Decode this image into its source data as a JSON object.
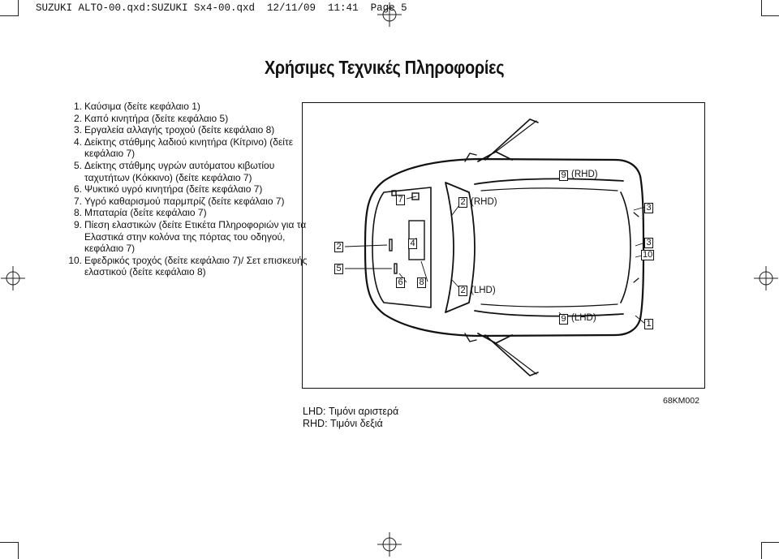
{
  "slug_line": "SUZUKI ALTO-00.qxd:SUZUKI Sx4-00.qxd  12/11/09  11:41  Page 5",
  "page_title": "Χρήσιμες Τεχνικές Πληροφορίες",
  "items": [
    {
      "num": "1.",
      "text": "Καύσιμα (δείτε κεφάλαιο 1)"
    },
    {
      "num": "2.",
      "text": "Καπό κινητήρα (δείτε κεφάλαιο 5)"
    },
    {
      "num": "3.",
      "text": "Εργαλεία αλλαγής τροχού (δείτε κεφάλαιο 8)"
    },
    {
      "num": "4.",
      "text": "Δείκτης στάθμης λαδιού κινητήρα (Κίτρινο) (δείτε κεφάλαιο 7)"
    },
    {
      "num": "5.",
      "text": "Δείκτης στάθμης υγρών αυτόματου κιβωτίου ταχυτήτων (Κόκκινο) (δείτε κεφάλαιο 7)"
    },
    {
      "num": "6.",
      "text": "Ψυκτικό υγρό κινητήρα (δείτε κεφάλαιο 7)"
    },
    {
      "num": "7.",
      "text": "Υγρό καθαρισμού παρμπρίζ (δείτε κεφάλαιο 7)"
    },
    {
      "num": "8.",
      "text": "Μπαταρία (δείτε κεφάλαιο 7)"
    },
    {
      "num": "9.",
      "text": "Πίεση ελαστικών (δείτε Ετικέτα Πληροφοριών για τα Ελαστικά στην κολόνα της πόρτας του οδηγού, κεφάλαιο 7)"
    },
    {
      "num": "10.",
      "text": "Εφεδρικός τροχός (δείτε κεφάλαιο 7)/ Σετ επισκευής ελαστικού (δείτε κεφάλαιο 8)"
    }
  ],
  "diagram": {
    "callouts": {
      "c2_left": "2",
      "c5": "5",
      "c7": "7",
      "c4": "4",
      "c6": "6",
      "c8": "8",
      "c2_rhd": "2",
      "c2_lhd": "2",
      "c9_rhd": "9",
      "c9_lhd": "9",
      "c3_upper": "3",
      "c3_lower": "3",
      "c10": "10",
      "c1": "1"
    },
    "rhd_tag": "(RHD)",
    "lhd_tag": "(LHD)"
  },
  "legend": {
    "lhd": "LHD: Τιμόνι αριστερά",
    "rhd": "RHD: Τιμόνι δεξιά"
  },
  "figure_code": "68KM002"
}
